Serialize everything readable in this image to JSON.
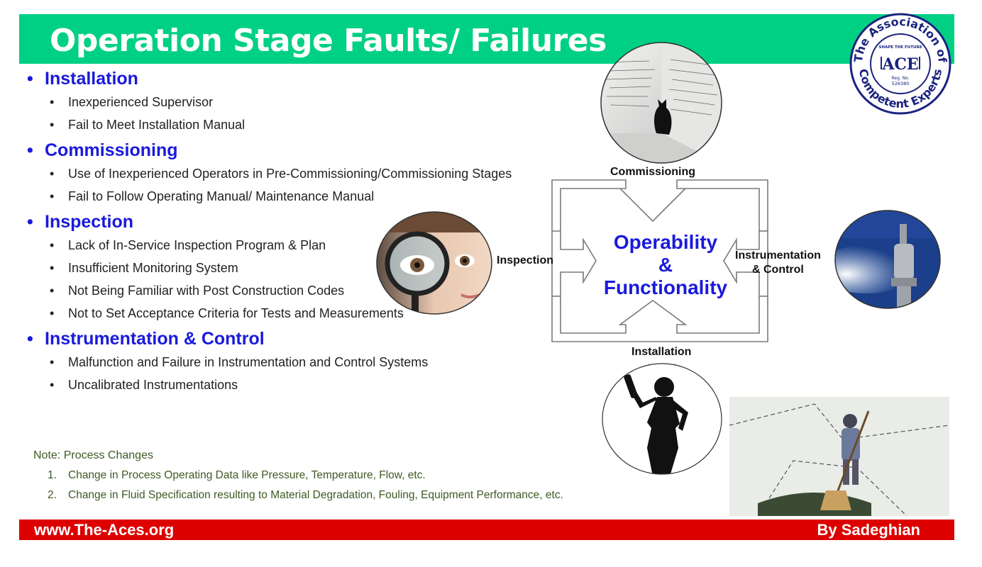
{
  "header": {
    "title": "Operation Stage Faults/ Failures"
  },
  "logo": {
    "ring_top": "The Association of",
    "ring_bottom": "Competent Experts",
    "tagline": "SHAPE THE FUTURE",
    "acronym": "ACE",
    "reg_label": "Reg. No.",
    "reg_number": "526380"
  },
  "outline": {
    "sections": [
      {
        "title": "Installation",
        "items": [
          "Inexperienced Supervisor",
          "Fail to Meet Installation Manual"
        ]
      },
      {
        "title": "Commissioning",
        "items": [
          "Use of Inexperienced Operators in Pre-Commissioning/Commissioning Stages",
          "Fail to Follow Operating Manual/ Maintenance Manual"
        ]
      },
      {
        "title": "Inspection",
        "items": [
          "Lack of In-Service Inspection Program & Plan",
          "Insufficient Monitoring System",
          "Not Being Familiar with Post Construction Codes",
          "Not to Set Acceptance Criteria for Tests and Measurements"
        ]
      },
      {
        "title": "Instrumentation & Control",
        "items": [
          "Malfunction and Failure in Instrumentation and Control Systems",
          "Uncalibrated Instrumentations"
        ]
      }
    ]
  },
  "note": {
    "title": "Note: Process Changes",
    "items": [
      {
        "num": "1.",
        "text": "Change in Process Operating Data like Pressure, Temperature, Flow, etc."
      },
      {
        "num": "2.",
        "text": "Change in Fluid Specification resulting to Material Degradation, Fouling, Equipment Performance, etc."
      }
    ]
  },
  "diagram": {
    "center_line1": "Operability",
    "center_line2": "&",
    "center_line3": "Functionality",
    "label_top": "Commissioning",
    "label_left": "Inspection",
    "label_right_line1": "Instrumentation",
    "label_right_line2": "& Control",
    "label_bottom": "Installation"
  },
  "footer": {
    "website": "www.The-Aces.org",
    "author": "By Sadeghian"
  },
  "colors": {
    "header_green": "#00d084",
    "footer_red": "#dd0000",
    "heading_blue": "#1a1adb",
    "note_green": "#3e5a24"
  }
}
